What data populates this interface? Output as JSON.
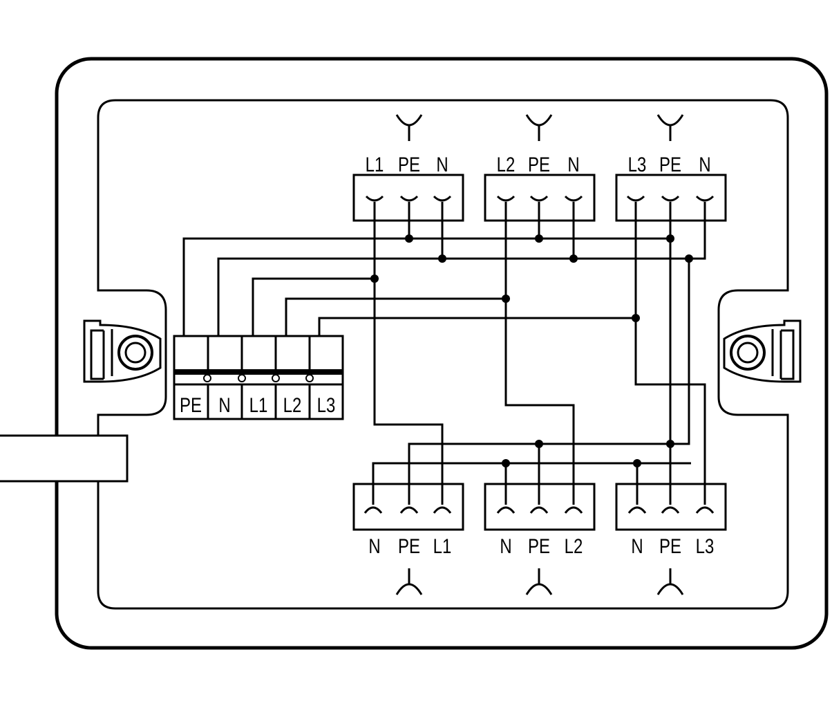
{
  "colors": {
    "ink": "#000000",
    "paper": "#ffffff"
  },
  "terminal_block": {
    "labels": [
      "PE",
      "N",
      "L1",
      "L2",
      "L3"
    ]
  },
  "connectors_top": [
    {
      "labels": [
        "L1",
        "PE",
        "N"
      ],
      "icon": "socket-symbol-icon"
    },
    {
      "labels": [
        "L2",
        "PE",
        "N"
      ],
      "icon": "socket-symbol-icon"
    },
    {
      "labels": [
        "L3",
        "PE",
        "N"
      ],
      "icon": "socket-symbol-icon"
    }
  ],
  "connectors_bottom": [
    {
      "labels": [
        "N",
        "PE",
        "L1"
      ],
      "icon": "plug-symbol-icon"
    },
    {
      "labels": [
        "N",
        "PE",
        "L2"
      ],
      "icon": "plug-symbol-icon"
    },
    {
      "labels": [
        "N",
        "PE",
        "L3"
      ],
      "icon": "plug-symbol-icon"
    }
  ]
}
